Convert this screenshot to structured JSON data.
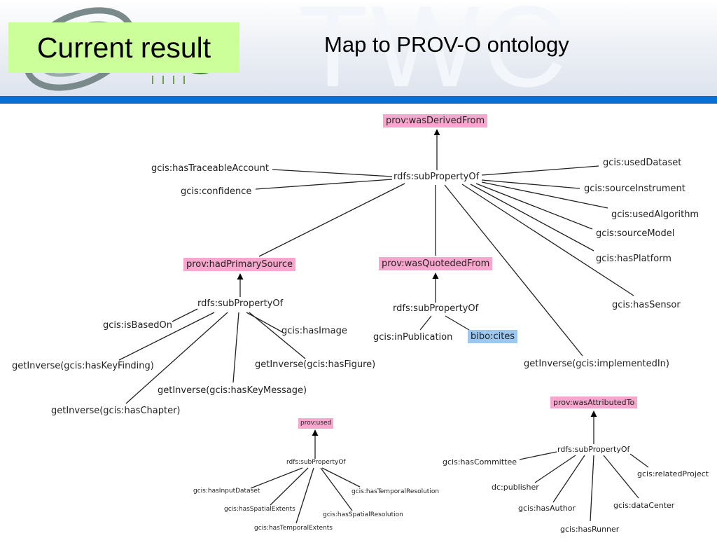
{
  "slide": {
    "title": "Current result",
    "subtitle": "Map to PROV-O ontology",
    "watermark": "TWC"
  },
  "diagram": {
    "groups": [
      {
        "parent": "prov:wasDerivedFrom",
        "relation": "rdfs:subPropertyOf",
        "children": [
          "gcis:hasTraceableAccount",
          "gcis:confidence",
          "gcis:usedDataset",
          "gcis:sourceInstrument",
          "gcis:usedAlgorithm",
          "gcis:sourceModel",
          "gcis:hasPlatform",
          "gcis:hasSensor",
          "getInverse(gcis:implementedIn)",
          "prov:hadPrimarySource",
          "prov:wasQuotededFrom"
        ]
      },
      {
        "parent": "prov:hadPrimarySource",
        "relation": "rdfs:subPropertyOf",
        "children": [
          "gcis:isBasedOn",
          "gcis:hasImage",
          "getInverse(gcis:hasKeyFinding)",
          "getInverse(gcis:hasFigure)",
          "getInverse(gcis:hasKeyMessage)",
          "getInverse(gcis:hasChapter)"
        ]
      },
      {
        "parent": "prov:wasQuotededFrom",
        "relation": "rdfs:subPropertyOf",
        "children": [
          "gcis:inPublication",
          "bibo:cites"
        ]
      },
      {
        "parent": "prov:used",
        "relation": "rdfs:subPropertyOf",
        "children": [
          "gcis:hasInputDataset",
          "gcis:hasTemporalResolution",
          "gcis:hasSpatialExtents",
          "gcis:hasSpatialResolution",
          "gcis:hasTemporalExtents"
        ]
      },
      {
        "parent": "prov:wasAttributedTo",
        "relation": "rdfs:subPropertyOf",
        "children": [
          "gcis:hasCommittee",
          "gcis:relatedProject",
          "dc:publisher",
          "gcis:hasAuthor",
          "gcis:dataCenter",
          "gcis:hasRunner"
        ]
      }
    ]
  },
  "colors": {
    "prov_class": "#f7a6cd",
    "bibo_class": "#9cc8f0",
    "title_bg": "#ccff99",
    "header_bar": "#0a6fd0"
  }
}
